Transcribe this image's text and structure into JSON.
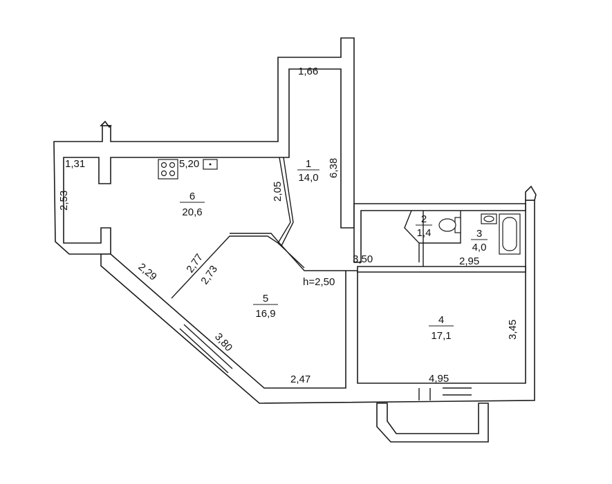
{
  "rooms": [
    {
      "number": "1",
      "area": "14,0"
    },
    {
      "number": "2",
      "area": "1,4"
    },
    {
      "number": "3",
      "area": "4,0"
    },
    {
      "number": "4",
      "area": "17,1"
    },
    {
      "number": "5",
      "area": "16,9"
    },
    {
      "number": "6",
      "area": "20,6"
    }
  ],
  "dimensions": {
    "d_1_66": "1,66",
    "d_6_38": "6,38",
    "d_1_31": "1,31",
    "d_5_20": "5,20",
    "d_2_53": "2,53",
    "d_2_05": "2,05",
    "d_2_77": "2,77",
    "d_2_73": "2,73",
    "d_2_29": "2,29",
    "d_3_80": "3,80",
    "d_2_47": "2,47",
    "d_3_50": "3,50",
    "d_2_95": "2,95",
    "d_3_45": "3,45",
    "d_4_95": "4,95"
  },
  "ceiling_height": "h=2,50"
}
